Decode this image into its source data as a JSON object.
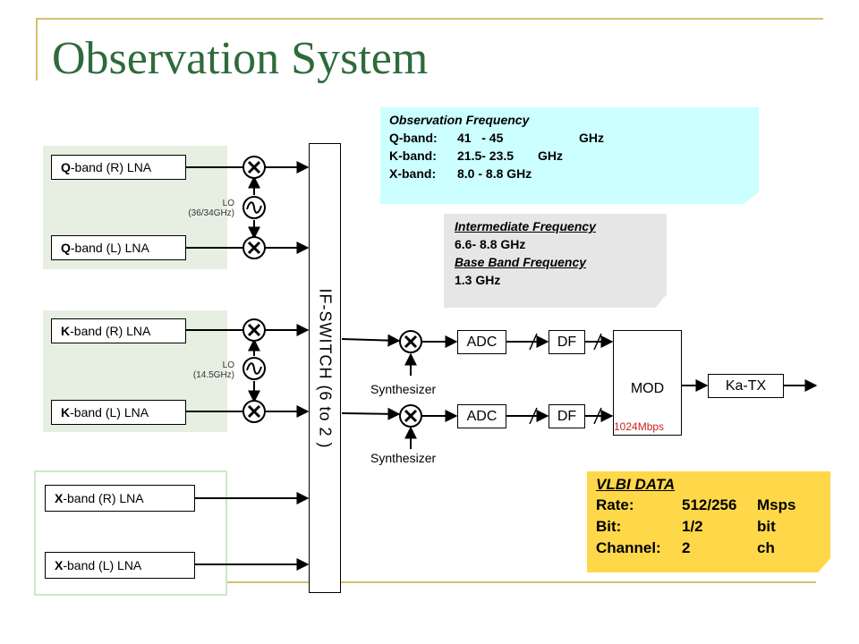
{
  "title": "Observation System",
  "lna": {
    "q_r": {
      "band": "Q",
      "rest": "-band (R) LNA"
    },
    "q_l": {
      "band": "Q",
      "rest": "-band (L) LNA"
    },
    "k_r": {
      "band": "K",
      "rest": "-band (R) LNA"
    },
    "k_l": {
      "band": "K",
      "rest": "-band (L) LNA"
    },
    "x_r": {
      "band": "X",
      "rest": "-band (R) LNA"
    },
    "x_l": {
      "band": "X",
      "rest": "-band (L) LNA"
    }
  },
  "lo": {
    "q": {
      "line1": "LO",
      "line2": "(36/34GHz)"
    },
    "k": {
      "line1": "LO",
      "line2": "(14.5GHz)"
    }
  },
  "if_switch": "IF-SWITCH (6 to 2 )",
  "synthesizer_1": "Synthesizer",
  "synthesizer_2": "Synthesizer",
  "adc_1": "ADC",
  "adc_2": "ADC",
  "df_1": "DF",
  "df_2": "DF",
  "mod": "MOD",
  "mod_rate": "1024Mbps",
  "ka_tx": "Ka-TX",
  "obs_freq": {
    "heading": "Observation Frequency",
    "rows": [
      {
        "band": "Q-band:",
        "range": "41   - 45",
        "unit": "GHz"
      },
      {
        "band": "K-band:",
        "range": "21.5- 23.5",
        "unit": "GHz"
      },
      {
        "band": "X-band:",
        "range": "8.0 - 8.8 GHz",
        "unit": ""
      }
    ]
  },
  "if_freq": {
    "heading": "Intermediate Frequency",
    "value": "6.6- 8.8 GHz",
    "bb_heading": "Base Band Frequency",
    "bb_value": "1.3 GHz"
  },
  "vlbi": {
    "heading": "VLBI DATA",
    "rows": [
      {
        "k": "Rate:",
        "v": "512/256",
        "u": "Msps"
      },
      {
        "k": "Bit:",
        "v": "1/2",
        "u": "bit"
      },
      {
        "k": "Channel:",
        "v": "2",
        "u": "ch"
      }
    ]
  },
  "colors": {
    "title": "#2e6b3c",
    "obs_note": "#ccffff",
    "if_note": "#e6e6e6",
    "vlbi_note": "#ffd84a",
    "mod_rate": "#cc2222"
  }
}
